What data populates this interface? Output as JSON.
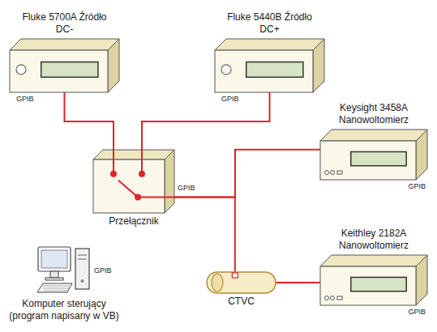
{
  "diagram": {
    "nodes": [
      {
        "text": [
          "Fluke 5700A Źródło DC-",
          "GPIB"
        ]
      },
      {
        "text": [
          "Fluke 5440B Źródło DC+",
          "GPIB"
        ]
      },
      {
        "text": [
          "Keysight 3458A Nanowoltomierz",
          "GPIB"
        ]
      },
      {
        "text": [
          "Przełącznik",
          "GPIB"
        ]
      },
      {
        "text": [
          "Keithley 2182A Nanowoltomierz",
          "GPIB"
        ]
      },
      {
        "text": [
          "GPIB",
          "Komputer sterujący (program napisany w VB)"
        ]
      },
      {
        "text": [
          "CTVC"
        ]
      }
    ],
    "edges": [
      {
        "from": 0,
        "to": 3,
        "arrow": "none"
      },
      {
        "from": 1,
        "to": 3,
        "arrow": "none"
      },
      {
        "from": 3,
        "to": 2,
        "arrow": "none"
      },
      {
        "from": 3,
        "to": 6,
        "arrow": "none"
      },
      {
        "from": 6,
        "to": 4,
        "arrow": "none"
      }
    ]
  }
}
